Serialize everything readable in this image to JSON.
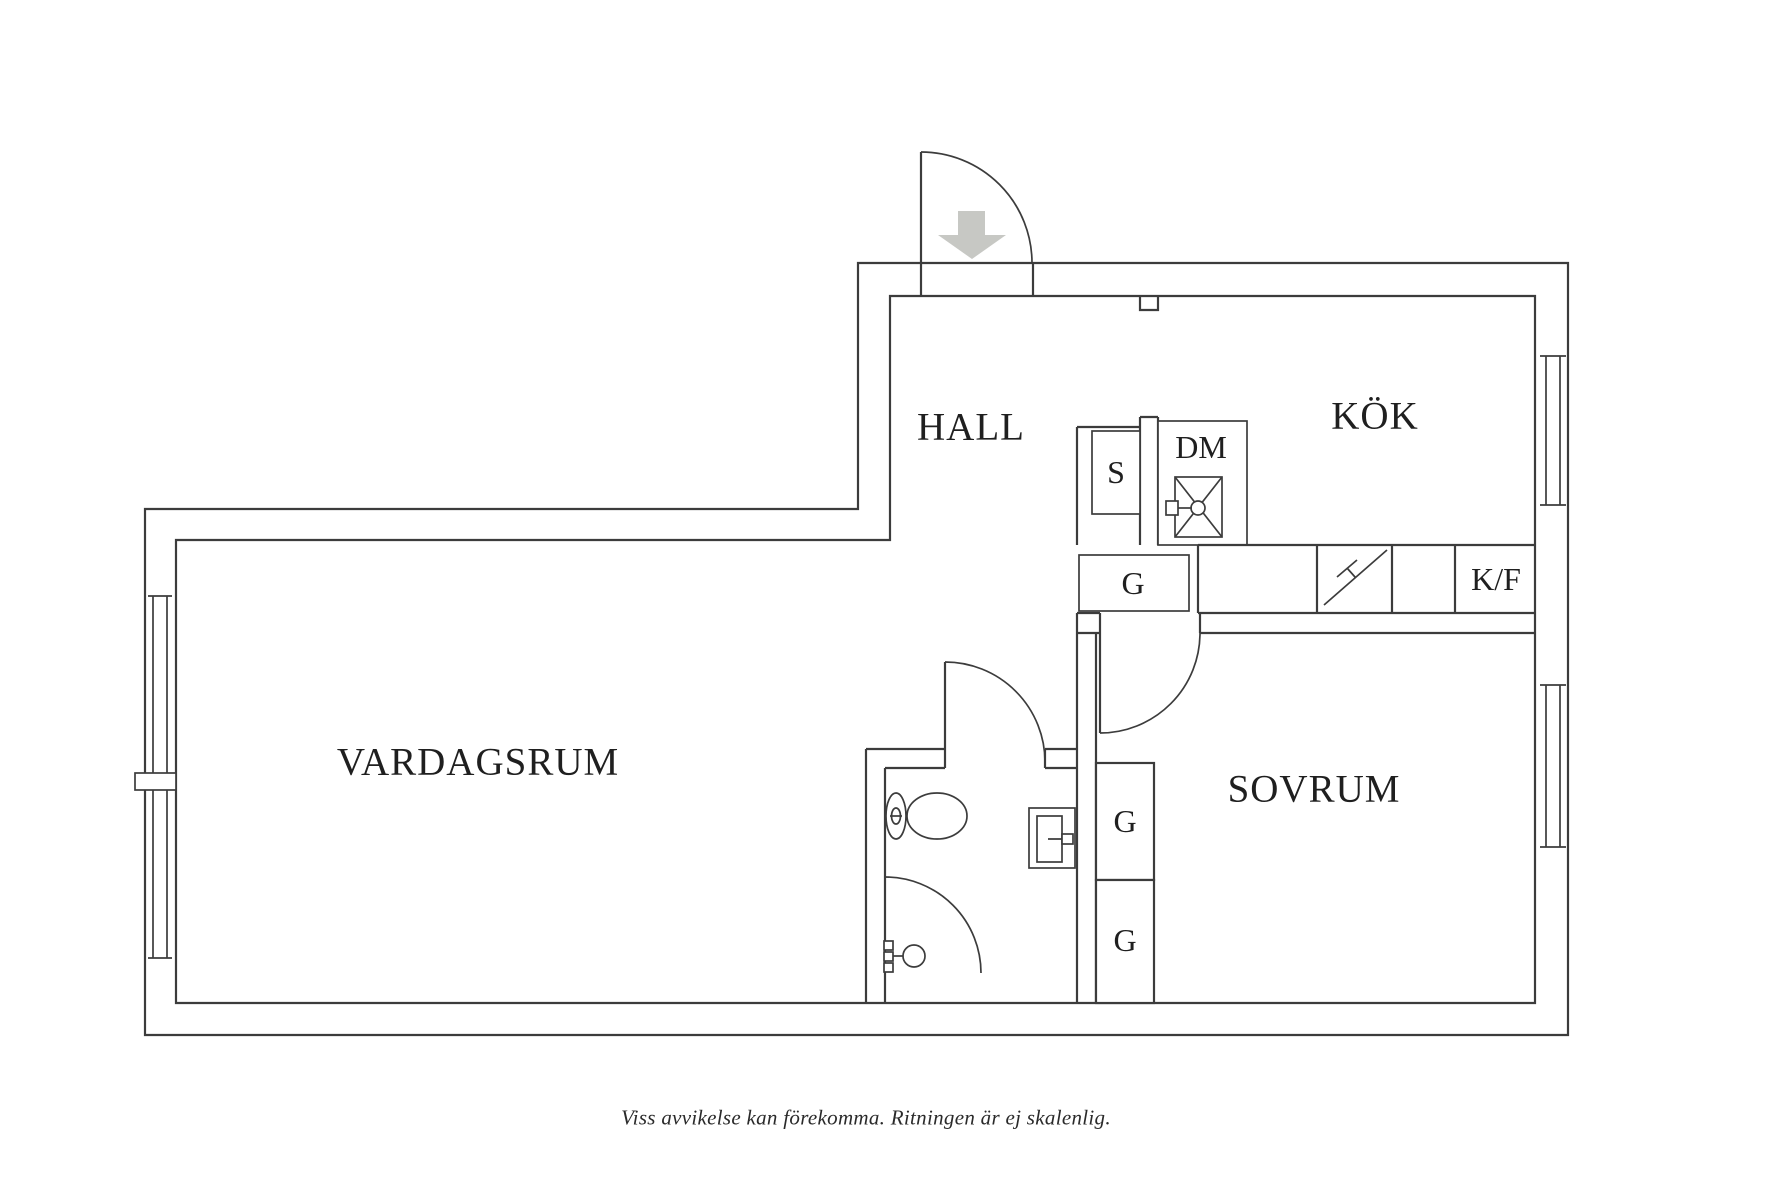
{
  "rooms": {
    "hall": {
      "label": "HALL"
    },
    "kitchen": {
      "label": "KÖK"
    },
    "living_room": {
      "label": "VARDAGSRUM"
    },
    "bedroom": {
      "label": "SOVRUM"
    }
  },
  "fixtures": {
    "closet_s": {
      "label": "S"
    },
    "dishwasher": {
      "label": "DM"
    },
    "wardrobe_hall": {
      "label": "G"
    },
    "fridge_freezer": {
      "label": "K/F"
    },
    "wardrobe_bedroom_top": {
      "label": "G"
    },
    "wardrobe_bedroom_bottom": {
      "label": "G"
    }
  },
  "caption": "Viss avvikelse kan förekomma. Ritningen är ej skalenlig.",
  "icons": {
    "entry_arrow": "arrow-down",
    "entry_door": "door-swing-arc",
    "bathroom_door": "door-swing-arc",
    "bedroom_door": "door-swing-arc",
    "dishwasher_sink": "sink-cross-basin",
    "stove": "stove-diagonal",
    "toilet": "toilet",
    "washbasin": "washbasin",
    "shower": "shower-fixture",
    "windows": "double-line-window"
  },
  "colors": {
    "line": "#3c3c3c",
    "text": "#1f1f1f",
    "arrow": "#c7c8c4",
    "background": "#ffffff"
  }
}
